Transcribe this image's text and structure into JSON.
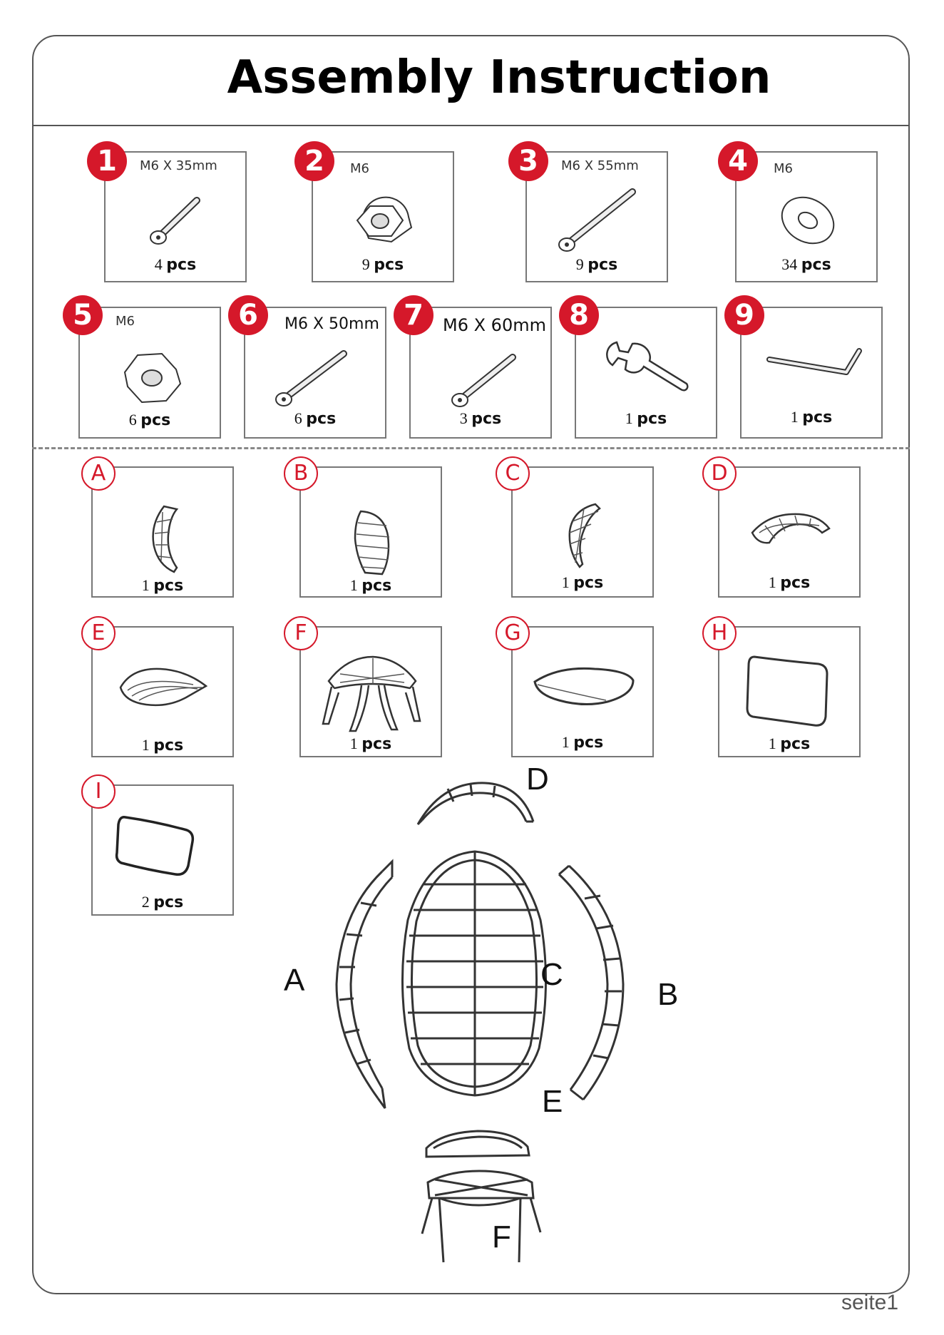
{
  "title": "Assembly Instruction",
  "hardware": [
    {
      "num": "1",
      "spec": "M6 X 35mm",
      "qty": "4",
      "unit": "pcs",
      "icon": "bolt-icon"
    },
    {
      "num": "2",
      "spec": "M6",
      "qty": "9",
      "unit": "pcs",
      "icon": "cap-nut-icon"
    },
    {
      "num": "3",
      "spec": "M6 X 55mm",
      "qty": "9",
      "unit": "pcs",
      "icon": "bolt-icon"
    },
    {
      "num": "4",
      "spec": "M6",
      "qty": "34",
      "unit": "pcs",
      "icon": "washer-icon"
    },
    {
      "num": "5",
      "spec": "M6",
      "qty": "6",
      "unit": "pcs",
      "icon": "hex-nut-icon"
    },
    {
      "num": "6",
      "spec": "M6 X 50mm",
      "qty": "6",
      "unit": "pcs",
      "icon": "bolt-icon"
    },
    {
      "num": "7",
      "spec": "M6 X 60mm",
      "qty": "3",
      "unit": "pcs",
      "icon": "bolt-icon"
    },
    {
      "num": "8",
      "spec": "",
      "qty": "1",
      "unit": "pcs",
      "icon": "wrench-icon"
    },
    {
      "num": "9",
      "spec": "",
      "qty": "1",
      "unit": "pcs",
      "icon": "allen-key-icon"
    }
  ],
  "parts": [
    {
      "letter": "A",
      "qty": "1",
      "unit": "pcs",
      "icon": "side-panel-left-icon"
    },
    {
      "letter": "B",
      "qty": "1",
      "unit": "pcs",
      "icon": "side-panel-right-icon"
    },
    {
      "letter": "C",
      "qty": "1",
      "unit": "pcs",
      "icon": "back-panel-icon"
    },
    {
      "letter": "D",
      "qty": "1",
      "unit": "pcs",
      "icon": "top-panel-icon"
    },
    {
      "letter": "E",
      "qty": "1",
      "unit": "pcs",
      "icon": "seat-frame-icon"
    },
    {
      "letter": "F",
      "qty": "1",
      "unit": "pcs",
      "icon": "base-stand-icon"
    },
    {
      "letter": "G",
      "qty": "1",
      "unit": "pcs",
      "icon": "seat-cushion-icon"
    },
    {
      "letter": "H",
      "qty": "1",
      "unit": "pcs",
      "icon": "back-cushion-icon"
    },
    {
      "letter": "I",
      "qty": "2",
      "unit": "pcs",
      "icon": "pillow-icon"
    }
  ],
  "exploded_view": {
    "labels": {
      "top": "D",
      "left": "A",
      "center": "C",
      "right": "B",
      "seat": "E",
      "base": "F"
    }
  },
  "footer": "seite1"
}
